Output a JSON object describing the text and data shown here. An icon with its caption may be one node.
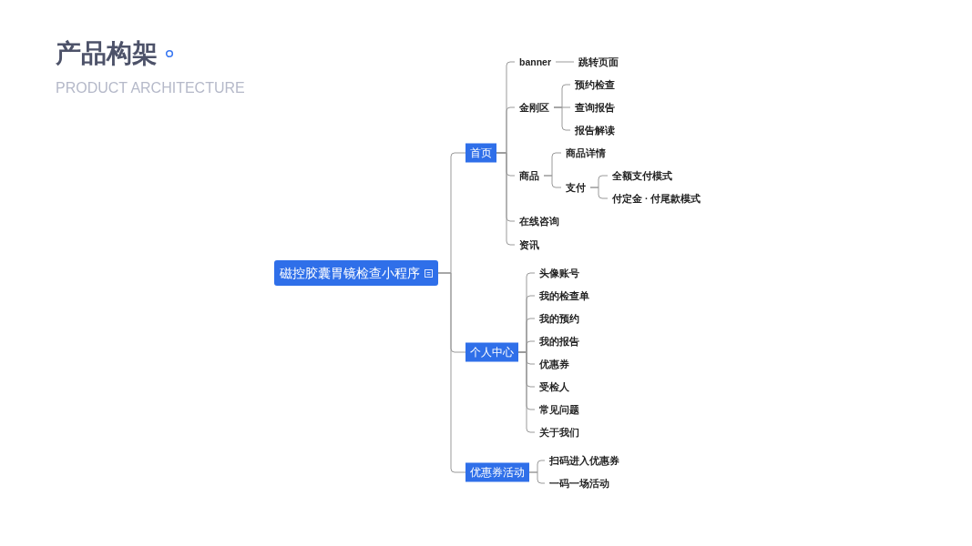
{
  "diagram": {
    "title": "产品构架",
    "nodes": [
      {
        "text": [
          "磁控胶囊胃镜检查小程序"
        ]
      },
      {
        "text": [
          "首页"
        ]
      },
      {
        "text": [
          "banner"
        ]
      },
      {
        "text": [
          "跳转页面"
        ]
      },
      {
        "text": [
          "金刚区"
        ]
      },
      {
        "text": [
          "预约检查"
        ]
      },
      {
        "text": [
          "查询报告"
        ]
      },
      {
        "text": [
          "报告解读"
        ]
      },
      {
        "text": [
          "商品"
        ]
      },
      {
        "text": [
          "商品详情"
        ]
      },
      {
        "text": [
          "支付"
        ]
      },
      {
        "text": [
          "全额支付模式"
        ]
      },
      {
        "text": [
          "付定金 · 付尾款模式"
        ]
      },
      {
        "text": [
          "在线咨询"
        ]
      },
      {
        "text": [
          "资讯"
        ]
      },
      {
        "text": [
          "个人中心"
        ]
      },
      {
        "text": [
          "头像账号"
        ]
      },
      {
        "text": [
          "我的检查单"
        ]
      },
      {
        "text": [
          "我的预约"
        ]
      },
      {
        "text": [
          "我的报告"
        ]
      },
      {
        "text": [
          "优惠券"
        ]
      },
      {
        "text": [
          "受检人"
        ]
      },
      {
        "text": [
          "常见问题"
        ]
      },
      {
        "text": [
          "关于我们"
        ]
      },
      {
        "text": [
          "优惠券活动"
        ]
      },
      {
        "text": [
          "扫码进入优惠券"
        ]
      },
      {
        "text": [
          "一码一场活动"
        ]
      }
    ],
    "edges": [
      {
        "from": 0,
        "to": 1,
        "arrow": "none"
      },
      {
        "from": 0,
        "to": 15,
        "arrow": "none"
      },
      {
        "from": 0,
        "to": 24,
        "arrow": "none"
      },
      {
        "from": 1,
        "to": 2,
        "arrow": "none"
      },
      {
        "from": 1,
        "to": 4,
        "arrow": "none"
      },
      {
        "from": 1,
        "to": 8,
        "arrow": "none"
      },
      {
        "from": 1,
        "to": 13,
        "arrow": "none"
      },
      {
        "from": 1,
        "to": 14,
        "arrow": "none"
      },
      {
        "from": 2,
        "to": 3,
        "arrow": "none"
      },
      {
        "from": 4,
        "to": 5,
        "arrow": "none"
      },
      {
        "from": 4,
        "to": 6,
        "arrow": "none"
      },
      {
        "from": 4,
        "to": 7,
        "arrow": "none"
      },
      {
        "from": 8,
        "to": 9,
        "arrow": "none"
      },
      {
        "from": 8,
        "to": 10,
        "arrow": "none"
      },
      {
        "from": 10,
        "to": 11,
        "arrow": "none"
      },
      {
        "from": 10,
        "to": 12,
        "arrow": "none"
      },
      {
        "from": 15,
        "to": 16,
        "arrow": "none"
      },
      {
        "from": 15,
        "to": 17,
        "arrow": "none"
      },
      {
        "from": 15,
        "to": 18,
        "arrow": "none"
      },
      {
        "from": 15,
        "to": 19,
        "arrow": "none"
      },
      {
        "from": 15,
        "to": 20,
        "arrow": "none"
      },
      {
        "from": 15,
        "to": 21,
        "arrow": "none"
      },
      {
        "from": 15,
        "to": 22,
        "arrow": "none"
      },
      {
        "from": 15,
        "to": 23,
        "arrow": "none"
      },
      {
        "from": 24,
        "to": 25,
        "arrow": "none"
      },
      {
        "from": 24,
        "to": 26,
        "arrow": "none"
      }
    ],
    "labels": [
      "PRODUCT ARCHITECTURE"
    ]
  }
}
